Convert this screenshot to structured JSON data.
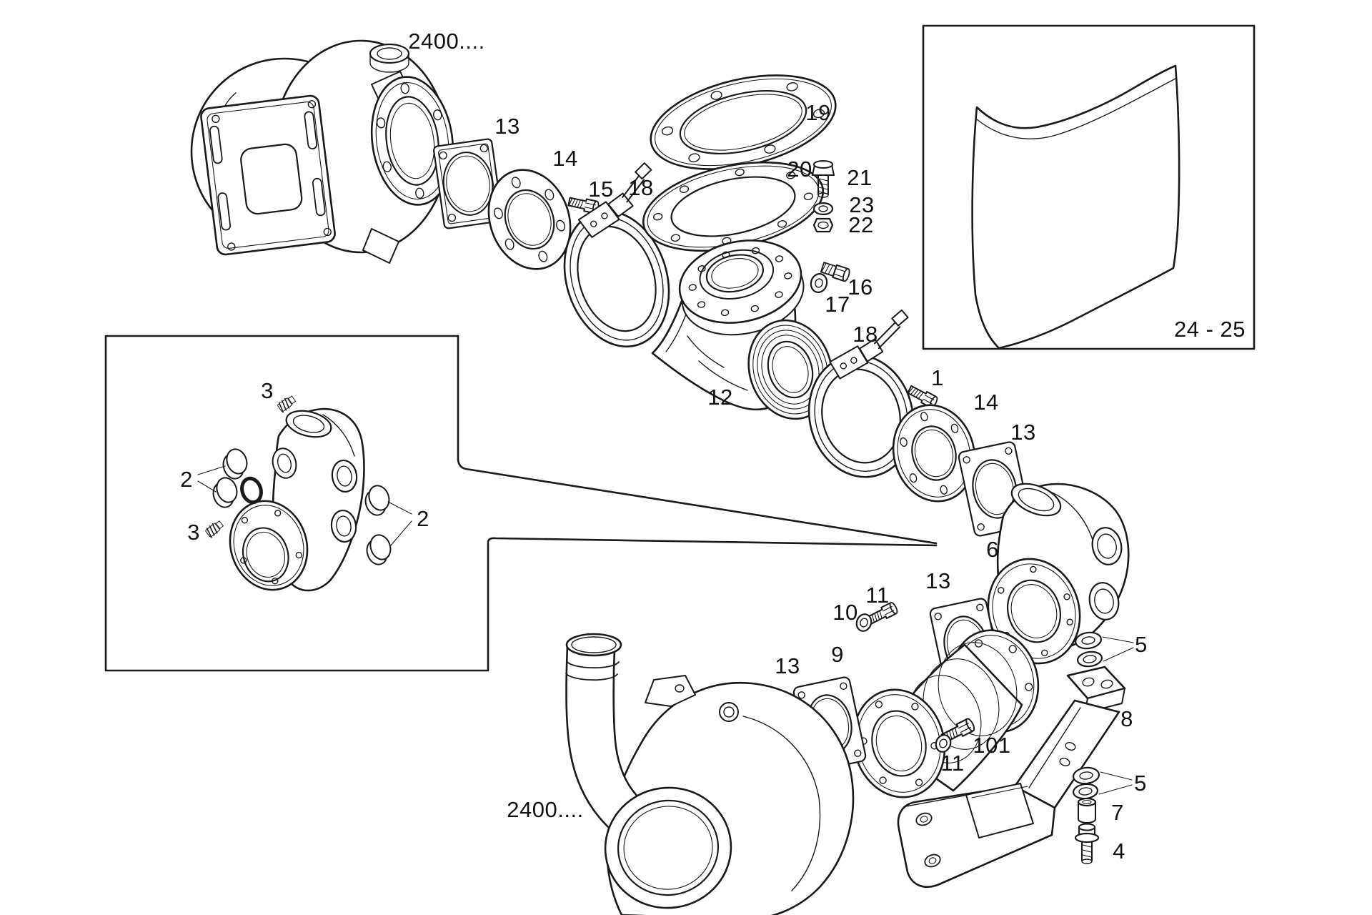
{
  "figure": {
    "type": "exploded-parts-diagram",
    "subject": "turbocharger exhaust outlet assembly line drawing",
    "background_color": "#ffffff",
    "line_color": "#1a1a1a"
  },
  "labels": {
    "turbo_top": "2400....",
    "gasket_top": "13",
    "flange_top": "14",
    "bolt_15": "15",
    "clamp_top": "18",
    "ring_19": "19",
    "gasket_20": "20",
    "bolt_21": "21",
    "washer_23": "23",
    "nut_22": "22",
    "plug_16": "16",
    "washer_17": "17",
    "elbow_12": "12",
    "clamp_mid": "18",
    "bolt_1": "1",
    "flange_mid": "14",
    "gasket_mid": "13",
    "housing_6": "6",
    "shield_range": "24 - 25",
    "inset_screw_top": "3",
    "inset_caps_left": "2",
    "inset_screw_bottom": "3",
    "inset_caps_right": "2",
    "gasket_adapter_right": "13",
    "washer_10": "10",
    "bolt_11_upper": "11",
    "adapter_9": "9",
    "gasket_adapter_left": "13",
    "bolt_11_lower": "11",
    "screw_101": "101",
    "bracket_8": "8",
    "washers_5_upper": "5",
    "washers_5_lower": "5",
    "spacer_7": "7",
    "bolt_4": "4",
    "turbo_bottom": "2400...."
  }
}
